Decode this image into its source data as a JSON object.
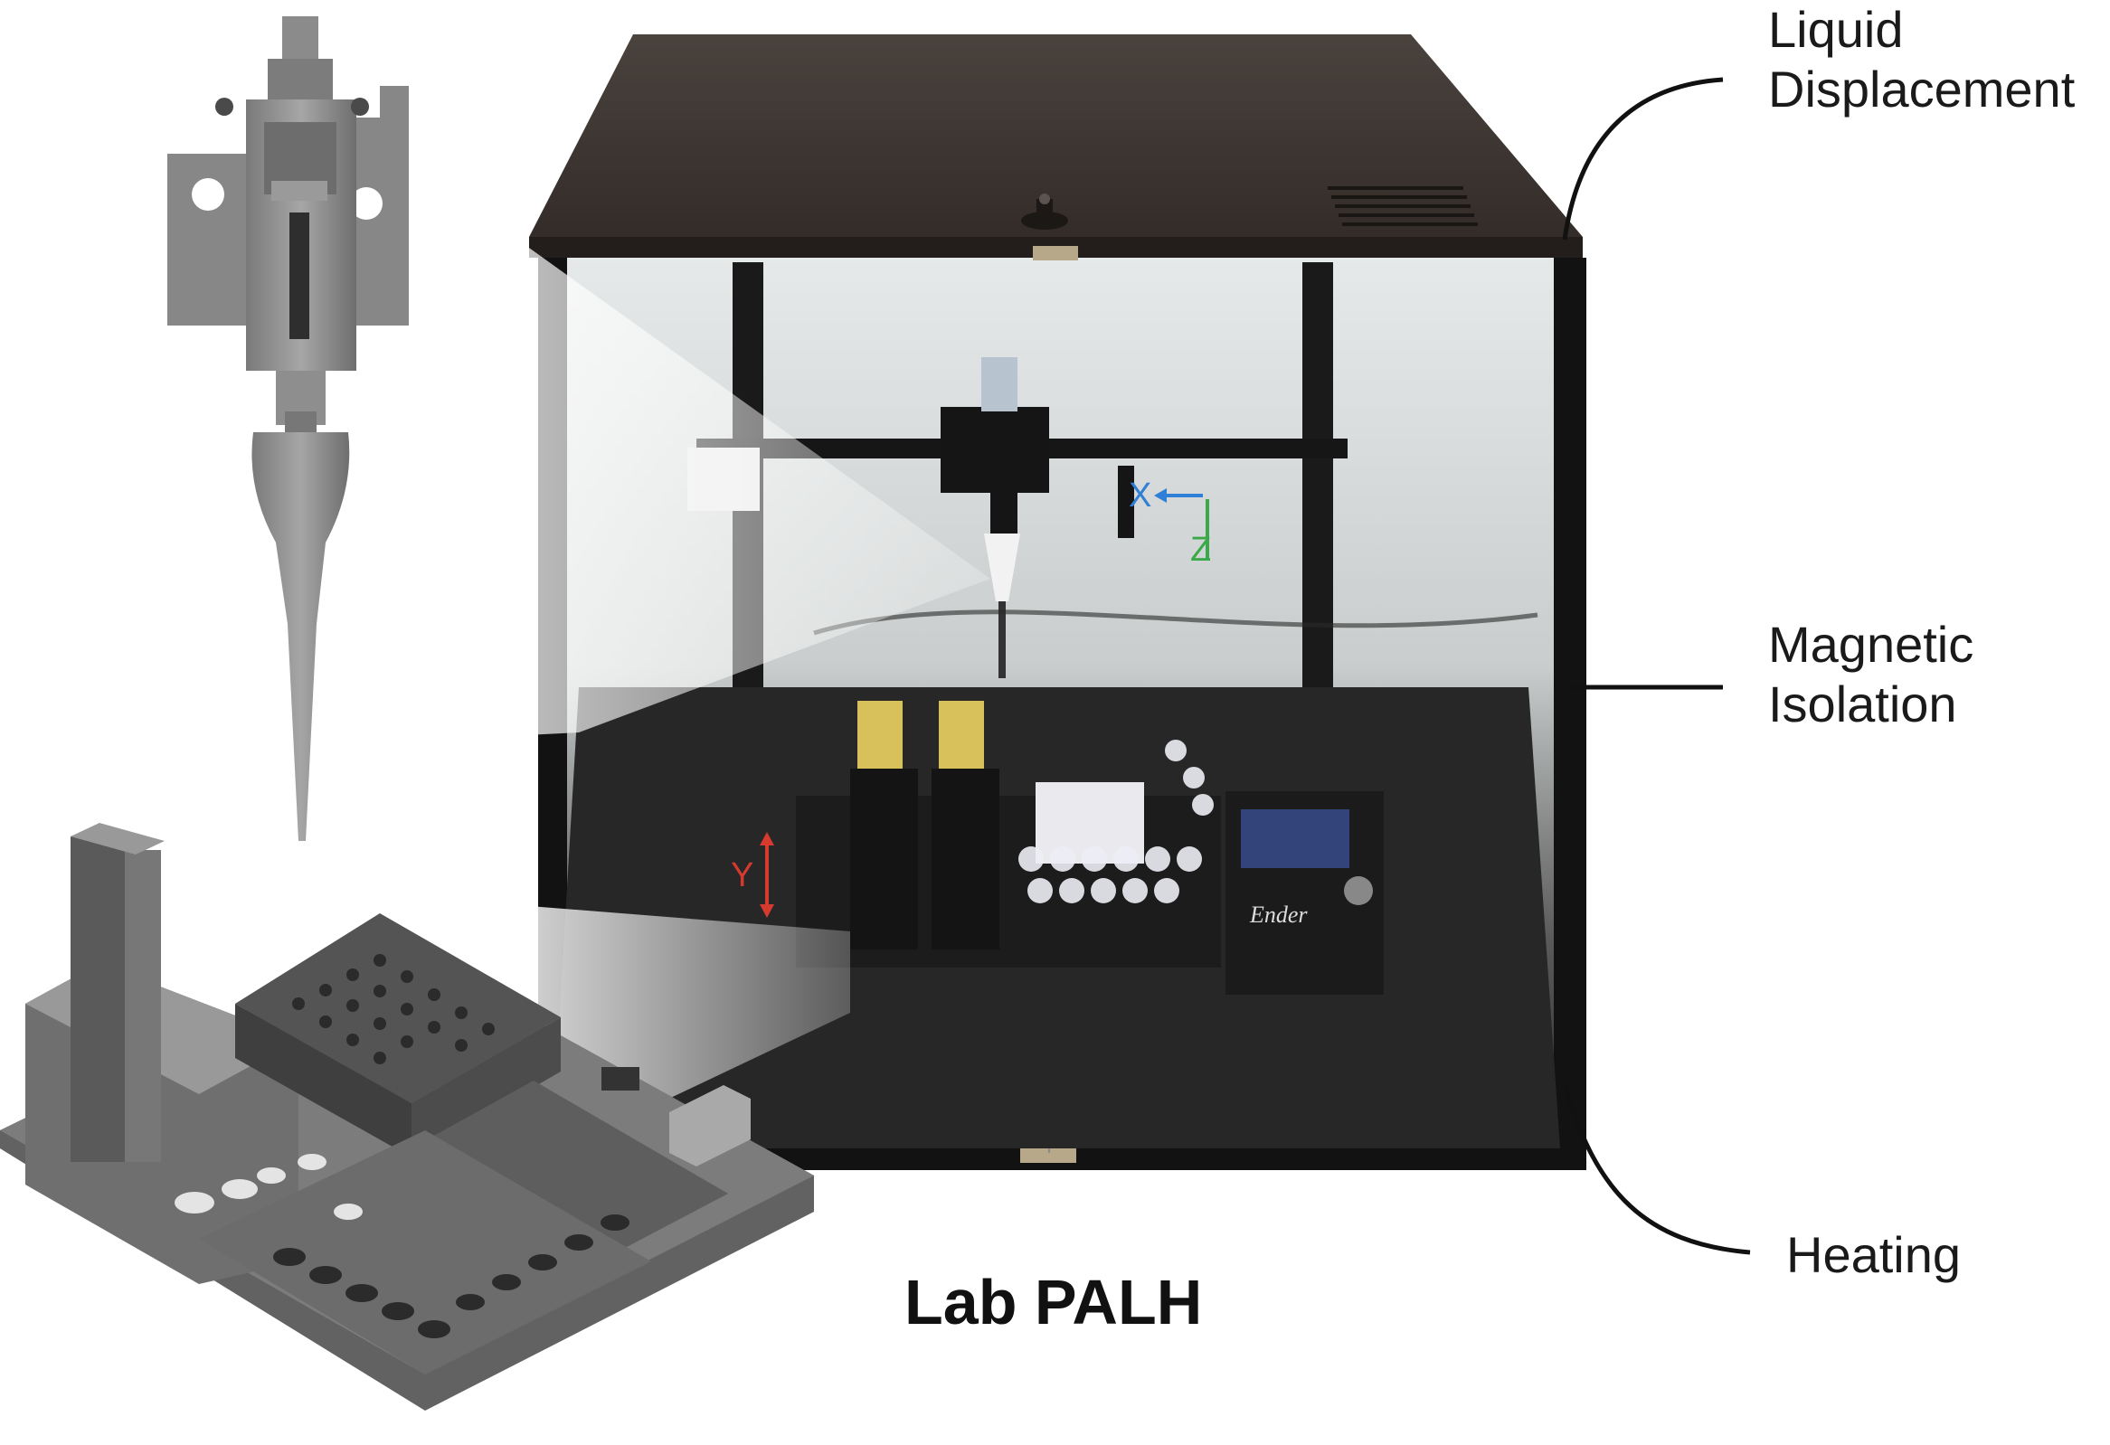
{
  "title": "Lab PALH",
  "callouts": [
    {
      "id": "liquid-displacement",
      "lines": [
        "Liquid",
        "Displacement"
      ]
    },
    {
      "id": "magnetic-isolation",
      "lines": [
        "Magnetic",
        "Isolation"
      ]
    },
    {
      "id": "heating",
      "lines": [
        "Heating"
      ]
    }
  ],
  "axes": {
    "x": "X",
    "y": "Y",
    "z": "Z"
  },
  "printer_brand": "Ender",
  "colors": {
    "enclosure_top": "#3e3632",
    "frame": "#111111",
    "glass": "#d8dcdc",
    "cad_gray": "#8a8a8a",
    "axis_x": "#2f7fd6",
    "axis_y": "#d63a2f",
    "axis_z": "#3ba84a"
  }
}
